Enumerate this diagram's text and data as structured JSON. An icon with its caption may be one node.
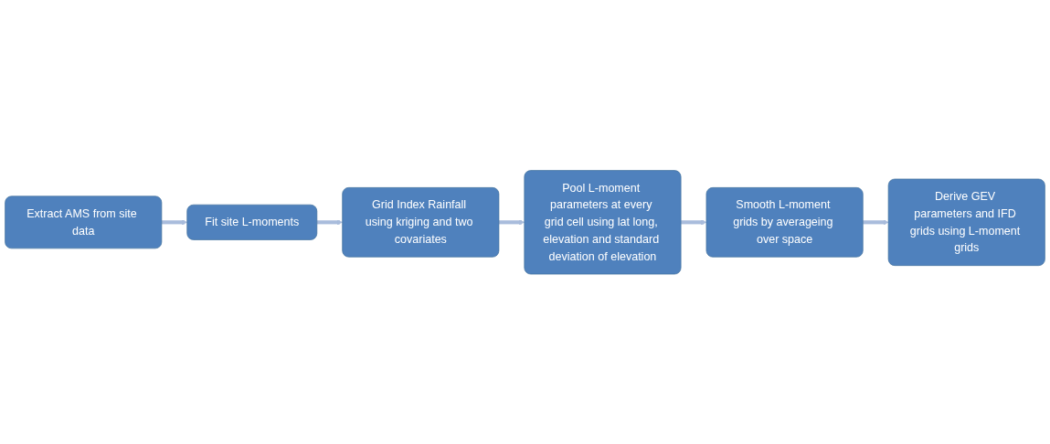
{
  "diagram": {
    "nodes": [
      {
        "text": [
          "Extract AMS from site data"
        ]
      },
      {
        "text": [
          "Fit site L-moments"
        ]
      },
      {
        "text": [
          "Grid Index Rainfall using kriging and two covariates"
        ]
      },
      {
        "text": [
          "Pool L-moment parameters at every grid cell using lat long, elevation and standard deviation of elevation"
        ]
      },
      {
        "text": [
          "Smooth L-moment grids by averageing over space"
        ]
      },
      {
        "text": [
          "Derive GEV parameters and IFD grids using L-moment grids"
        ]
      }
    ],
    "edges": [
      {
        "from": 0,
        "to": 1,
        "arrow": "to"
      },
      {
        "from": 1,
        "to": 2,
        "arrow": "to"
      },
      {
        "from": 2,
        "to": 3,
        "arrow": "to"
      },
      {
        "from": 3,
        "to": 4,
        "arrow": "to"
      },
      {
        "from": 4,
        "to": 5,
        "arrow": "to"
      }
    ]
  }
}
